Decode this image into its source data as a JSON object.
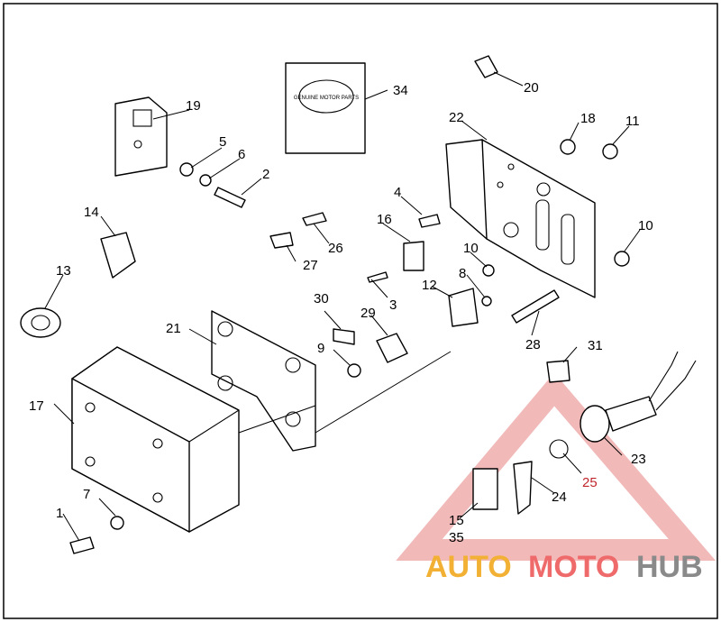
{
  "diagram": {
    "callouts": [
      "1",
      "2",
      "3",
      "4",
      "5",
      "6",
      "7",
      "8",
      "9",
      "10",
      "10",
      "11",
      "12",
      "13",
      "14",
      "15",
      "35",
      "16",
      "17",
      "18",
      "19",
      "20",
      "21",
      "22",
      "23",
      "24",
      "25",
      "26",
      "27",
      "28",
      "29",
      "30",
      "31",
      "34"
    ],
    "manual_label": "GENUINE MOTOR PARTS"
  },
  "watermark": {
    "part1": "AUTO",
    "part2": "MOTO",
    "part3": "HUB",
    "color_auto": "#f2b134",
    "color_moto": "#ef6b6b",
    "color_hub": "#8a8a8a"
  }
}
